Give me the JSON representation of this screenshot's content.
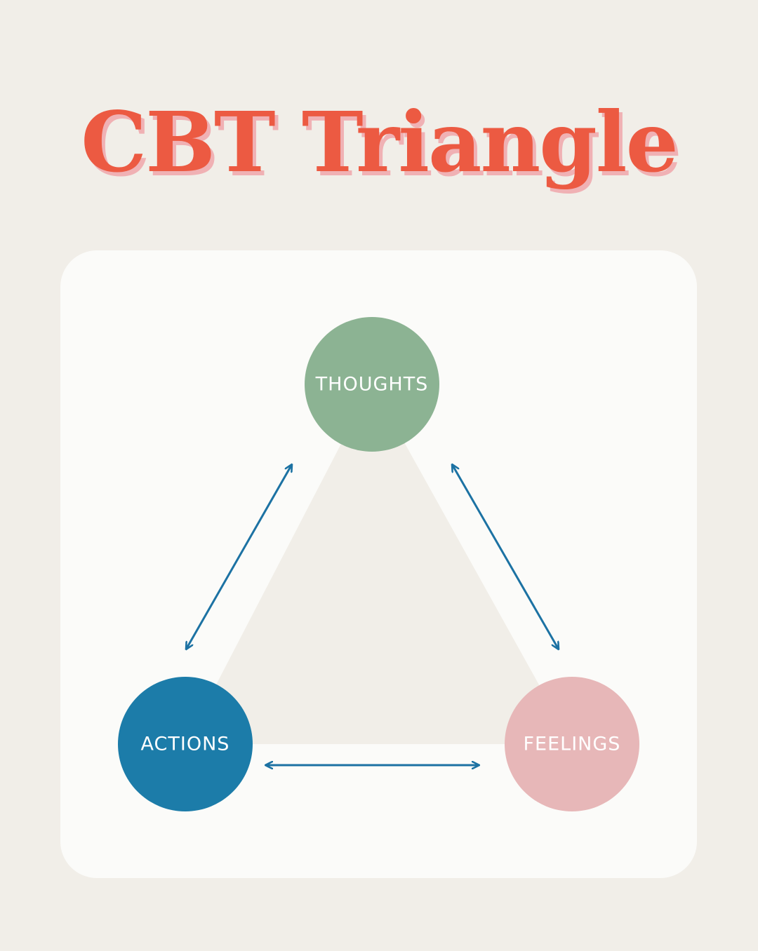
{
  "title": "CBT Triangle",
  "nodes": {
    "thoughts": {
      "label": "THOUGHTS",
      "color": "#8cb393"
    },
    "actions": {
      "label": "ACTIONS",
      "color": "#1c7ca9"
    },
    "feelings": {
      "label": "FEELINGS",
      "color": "#e7b7b8"
    }
  },
  "colors": {
    "title": "#ec5a42",
    "title_shadow": "#f0b1b4",
    "background": "#f1eee8",
    "card": "#fbfbf9",
    "arrow": "#1c72a3"
  }
}
